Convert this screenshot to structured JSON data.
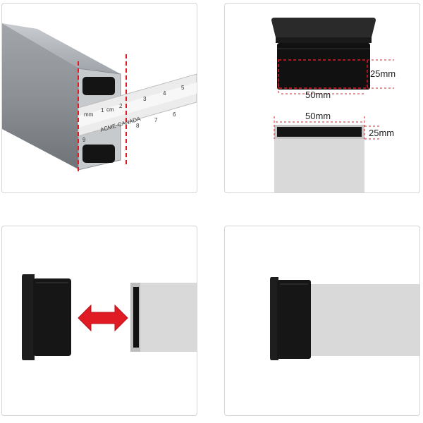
{
  "panels": {
    "measure": {
      "ruler_brand": "ACME-CANADA",
      "ruler_numbers_top": [
        "mm",
        "1",
        "cm",
        "2",
        "3",
        "4",
        "5"
      ],
      "ruler_numbers_bottom": [
        "9",
        "8",
        "7",
        "6"
      ]
    },
    "dimensions": {
      "cap_height": "25mm",
      "cap_width": "50mm",
      "tube_width": "50mm",
      "tube_height": "25mm"
    },
    "insert": {},
    "installed": {}
  },
  "colors": {
    "dimension_line": "#e01b24",
    "arrow": "#e01b24",
    "cap": "#1c1c1c",
    "tube": "#d9d9d9"
  }
}
